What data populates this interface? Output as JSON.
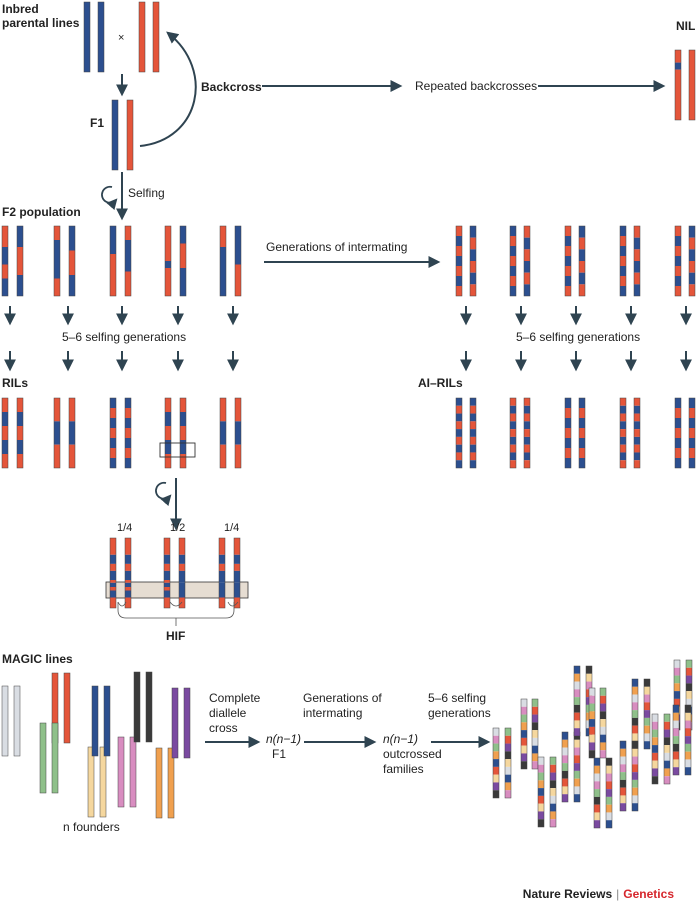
{
  "labels": {
    "inbred_1": "Inbred",
    "inbred_2": "parental lines",
    "cross_sign": "×",
    "nil": "NIL",
    "backcross": "Backcross",
    "repeated_backcrosses": "Repeated backcrosses",
    "f1": "F1",
    "selfing": "Selfing",
    "f2_population": "F2 population",
    "generations_of_intermating": "Generations of intermating",
    "selfing_generations_left": "5–6 selfing generations",
    "selfing_generations_right": "5–6 selfing generations",
    "rils": "RILs",
    "ai_rils": "AI–RILs",
    "fraction_left": "1/4",
    "fraction_mid": "1/2",
    "fraction_right": "1/4",
    "hif": "HIF",
    "magic_lines": "MAGIC lines",
    "complete_1": "Complete",
    "complete_2": "diallele",
    "complete_3": "cross",
    "nn1_f1_a": "n(n−1)",
    "nn1_f1_b": "F1",
    "gen_intermating_1": "Generations of",
    "gen_intermating_2": "intermating",
    "nn1_out_a": "n(n−1)",
    "nn1_out_b": "outcrossed",
    "nn1_out_c": "families",
    "selfing_magic_1": "5–6 selfing",
    "selfing_magic_2": "generations",
    "n_founders": "n founders",
    "footer_journal": "Nature Reviews",
    "footer_sep": "|",
    "footer_section": "Genetics"
  },
  "colors": {
    "blue": "#2c4f8f",
    "red": "#e4553a",
    "arrow": "#2f4451",
    "founders": [
      "#d9dde3",
      "#e4553a",
      "#8fc08a",
      "#f5d79e",
      "#2c4f8f",
      "#d88dc0",
      "#3a3a3a",
      "#f0a04f",
      "#7a4aa0"
    ],
    "footer_red": "#d6262c"
  }
}
